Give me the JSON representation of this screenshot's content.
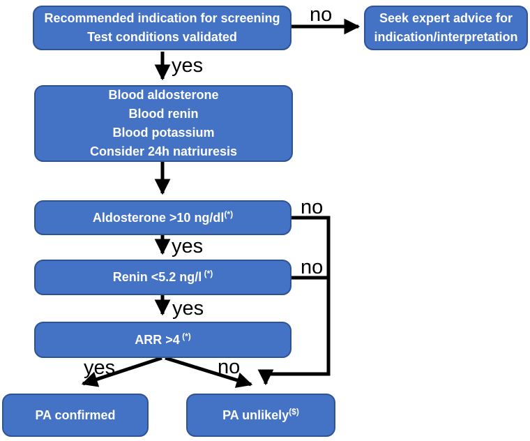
{
  "diagram": {
    "topic": "Primary aldosteronism screening flowchart"
  },
  "colors": {
    "box_fill": "#4472C4",
    "box_border": "#2E5395",
    "box_text": "#FFFFFF",
    "connector": "#000000",
    "edge_label_text": "#000000",
    "background": "#FFFFFF"
  },
  "nodes": {
    "screening": {
      "lines": [
        "Recommended indication for screening",
        "Test conditions validated"
      ]
    },
    "expert": {
      "lines": [
        "Seek expert advice for",
        "indication/interpretation"
      ]
    },
    "tests": {
      "lines": [
        "Blood aldosterone",
        "Blood renin",
        "Blood potassium",
        "Consider 24h natriuresis"
      ]
    },
    "aldosterone": {
      "text": "Aldosterone >10 ng/dl",
      "sup": "(*)"
    },
    "renin": {
      "text": "Renin <5.2 ng/l",
      "sup": " (*)"
    },
    "arr": {
      "text": "ARR >4",
      "sup": " (*)"
    },
    "pa_confirmed": {
      "text": "PA confirmed"
    },
    "pa_unlikely": {
      "text": "PA unlikely",
      "sup": "($)"
    }
  },
  "edge_labels": {
    "screening_no": "no",
    "screening_yes": "yes",
    "aldosterone_no": "no",
    "aldosterone_yes": "yes",
    "renin_no": "no",
    "renin_yes": "yes",
    "arr_yes": "yes",
    "arr_no": "no"
  }
}
